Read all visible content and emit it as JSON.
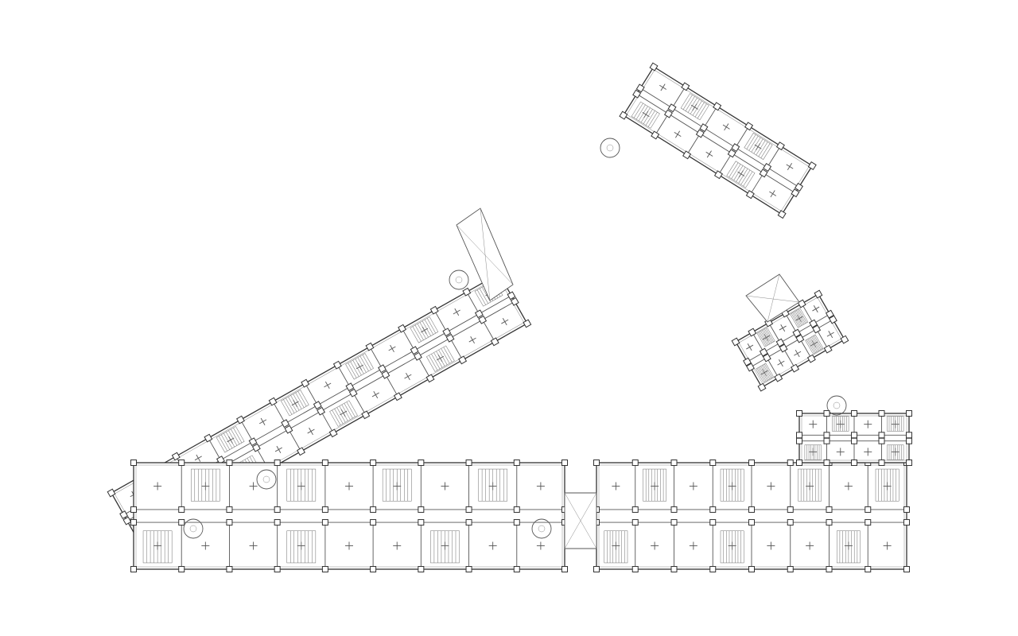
{
  "drawing": {
    "kind": "architectural floor plan",
    "colors": {
      "background": "#ffffff",
      "line": "#333333",
      "fine_line": "#8a8a8a"
    },
    "wings": [
      {
        "id": "north-east-wing",
        "bays": 12
      },
      {
        "id": "east-wing",
        "bays": 5
      },
      {
        "id": "south-east-wing",
        "bays": 5
      },
      {
        "id": "south-wing-right",
        "bays": 8
      },
      {
        "id": "south-wing-left",
        "bays": 9
      },
      {
        "id": "south-west-wing",
        "bays": 4
      }
    ],
    "bridges": 3
  }
}
